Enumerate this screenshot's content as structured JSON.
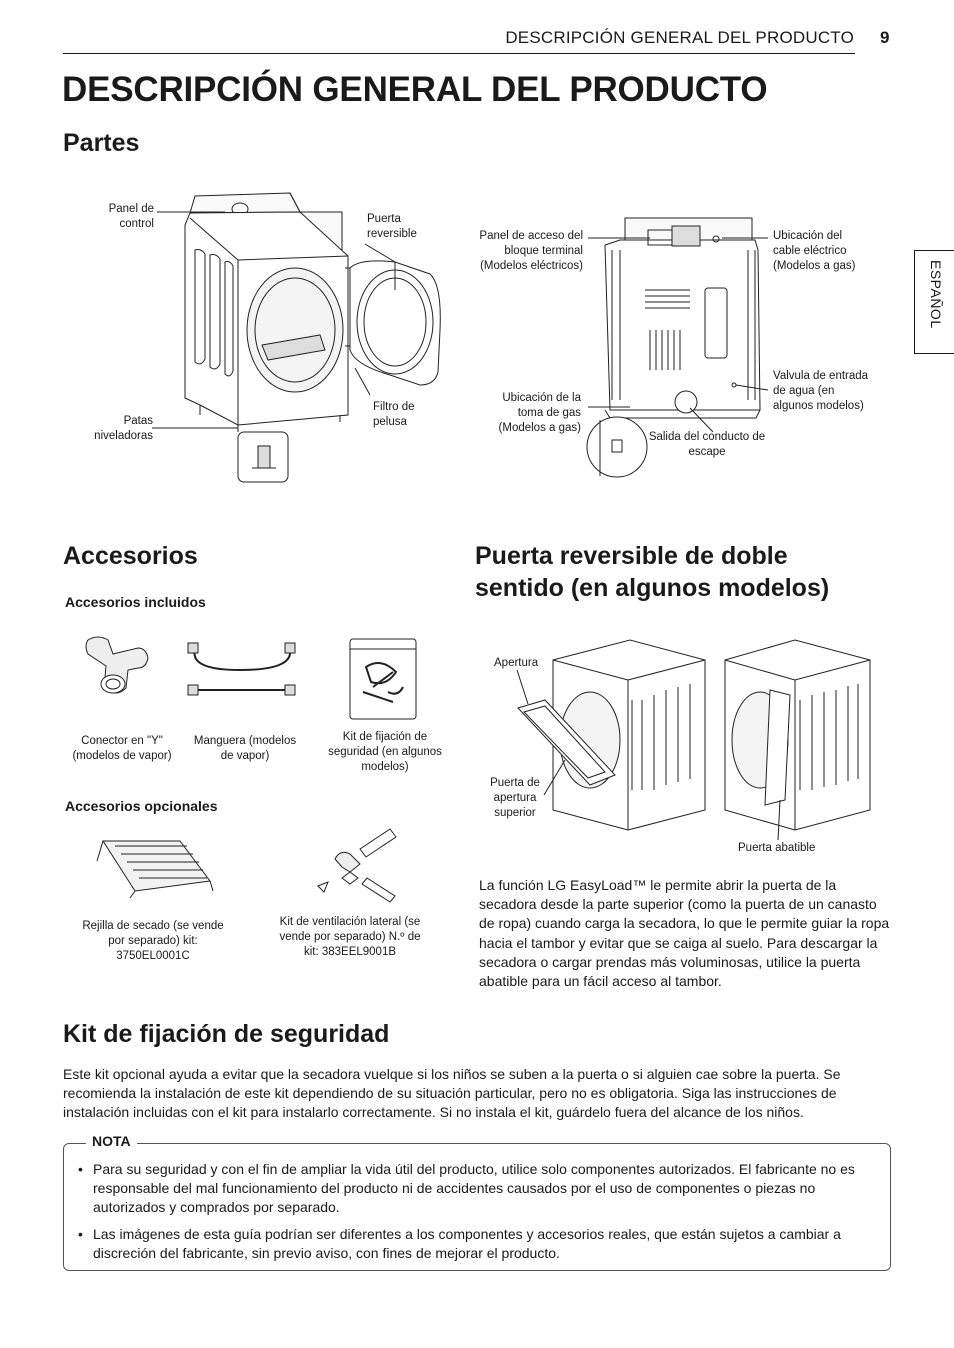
{
  "header": {
    "running_title": "DESCRIPCIÓN GENERAL DEL PRODUCTO",
    "page_number": "9"
  },
  "side_tab": "ESPAÑOL",
  "title": "DESCRIPCIÓN GENERAL DEL PRODUCTO",
  "partes": {
    "heading": "Partes",
    "labels": {
      "panel_control": "Panel de control",
      "puerta_reversible": "Puerta reversible",
      "patas": "Patas niveladoras",
      "filtro": "Filtro de pelusa",
      "panel_acceso": "Panel de acceso del bloque terminal (Modelos eléctricos)",
      "ubic_cable": "Ubicación del cable eléctrico (Modelos a gas)",
      "ubic_gas": "Ubicación de la toma de gas (Modelos a gas)",
      "salida": "Salida del conducto de escape",
      "valvula": "Valvula de entrada de agua (en algunos modelos)"
    }
  },
  "accesorios": {
    "heading": "Accesorios",
    "incluidos_heading": "Accesorios incluidos",
    "incluidos": [
      {
        "label": "Conector en \"Y\" (modelos de vapor)"
      },
      {
        "label": "Manguera (modelos de vapor)"
      },
      {
        "label": "Kit de fijación de seguridad (en algunos modelos)"
      }
    ],
    "opcionales_heading": "Accesorios opcionales",
    "opcionales": [
      {
        "label": "Rejilla de secado (se vende por separado) kit: 3750EL0001C"
      },
      {
        "label": "Kit de ventilación lateral (se vende por separado) N.º de kit: 383EEL9001B"
      }
    ]
  },
  "puerta": {
    "heading_line1": "Puerta reversible de doble",
    "heading_line2": "sentido (en algunos modelos)",
    "apertura": "Apertura",
    "puerta_superior": "Puerta de apertura superior",
    "puerta_abatible": "Puerta abatible",
    "description": "La función LG EasyLoad™ le permite abrir la puerta de la secadora desde la parte superior (como la puerta de un canasto de ropa) cuando carga la secadora, lo que le permite guiar la ropa hacia el tambor y evitar que se caiga al suelo. Para descargar la secadora o cargar prendas más voluminosas, utilice la puerta abatible para un fácil acceso al tambor."
  },
  "kit": {
    "heading": "Kit de fijación de seguridad",
    "body": "Este kit opcional ayuda a evitar que la secadora vuelque si los niños se suben a la puerta o si alguien cae sobre la puerta. Se recomienda la instalación de este kit dependiendo de su situación particular, pero no es obligatoria. Siga las instrucciones de instalación incluidas con el kit para instalarlo correctamente. Si no instala el kit, guárdelo fuera del alcance de los niños."
  },
  "nota": {
    "label": "NOTA",
    "items": [
      "Para su seguridad y con el fin de ampliar la vida útil del producto, utilice solo componentes autorizados. El fabricante no es responsable del mal funcionamiento del producto ni de accidentes causados por el uso de componentes o piezas no autorizados y comprados por separado.",
      "Las imágenes de esta guía podrían ser diferentes a los componentes y accesorios reales, que están sujetos a cambiar a discreción del fabricante, sin previo aviso, con fines de mejorar el producto."
    ]
  }
}
